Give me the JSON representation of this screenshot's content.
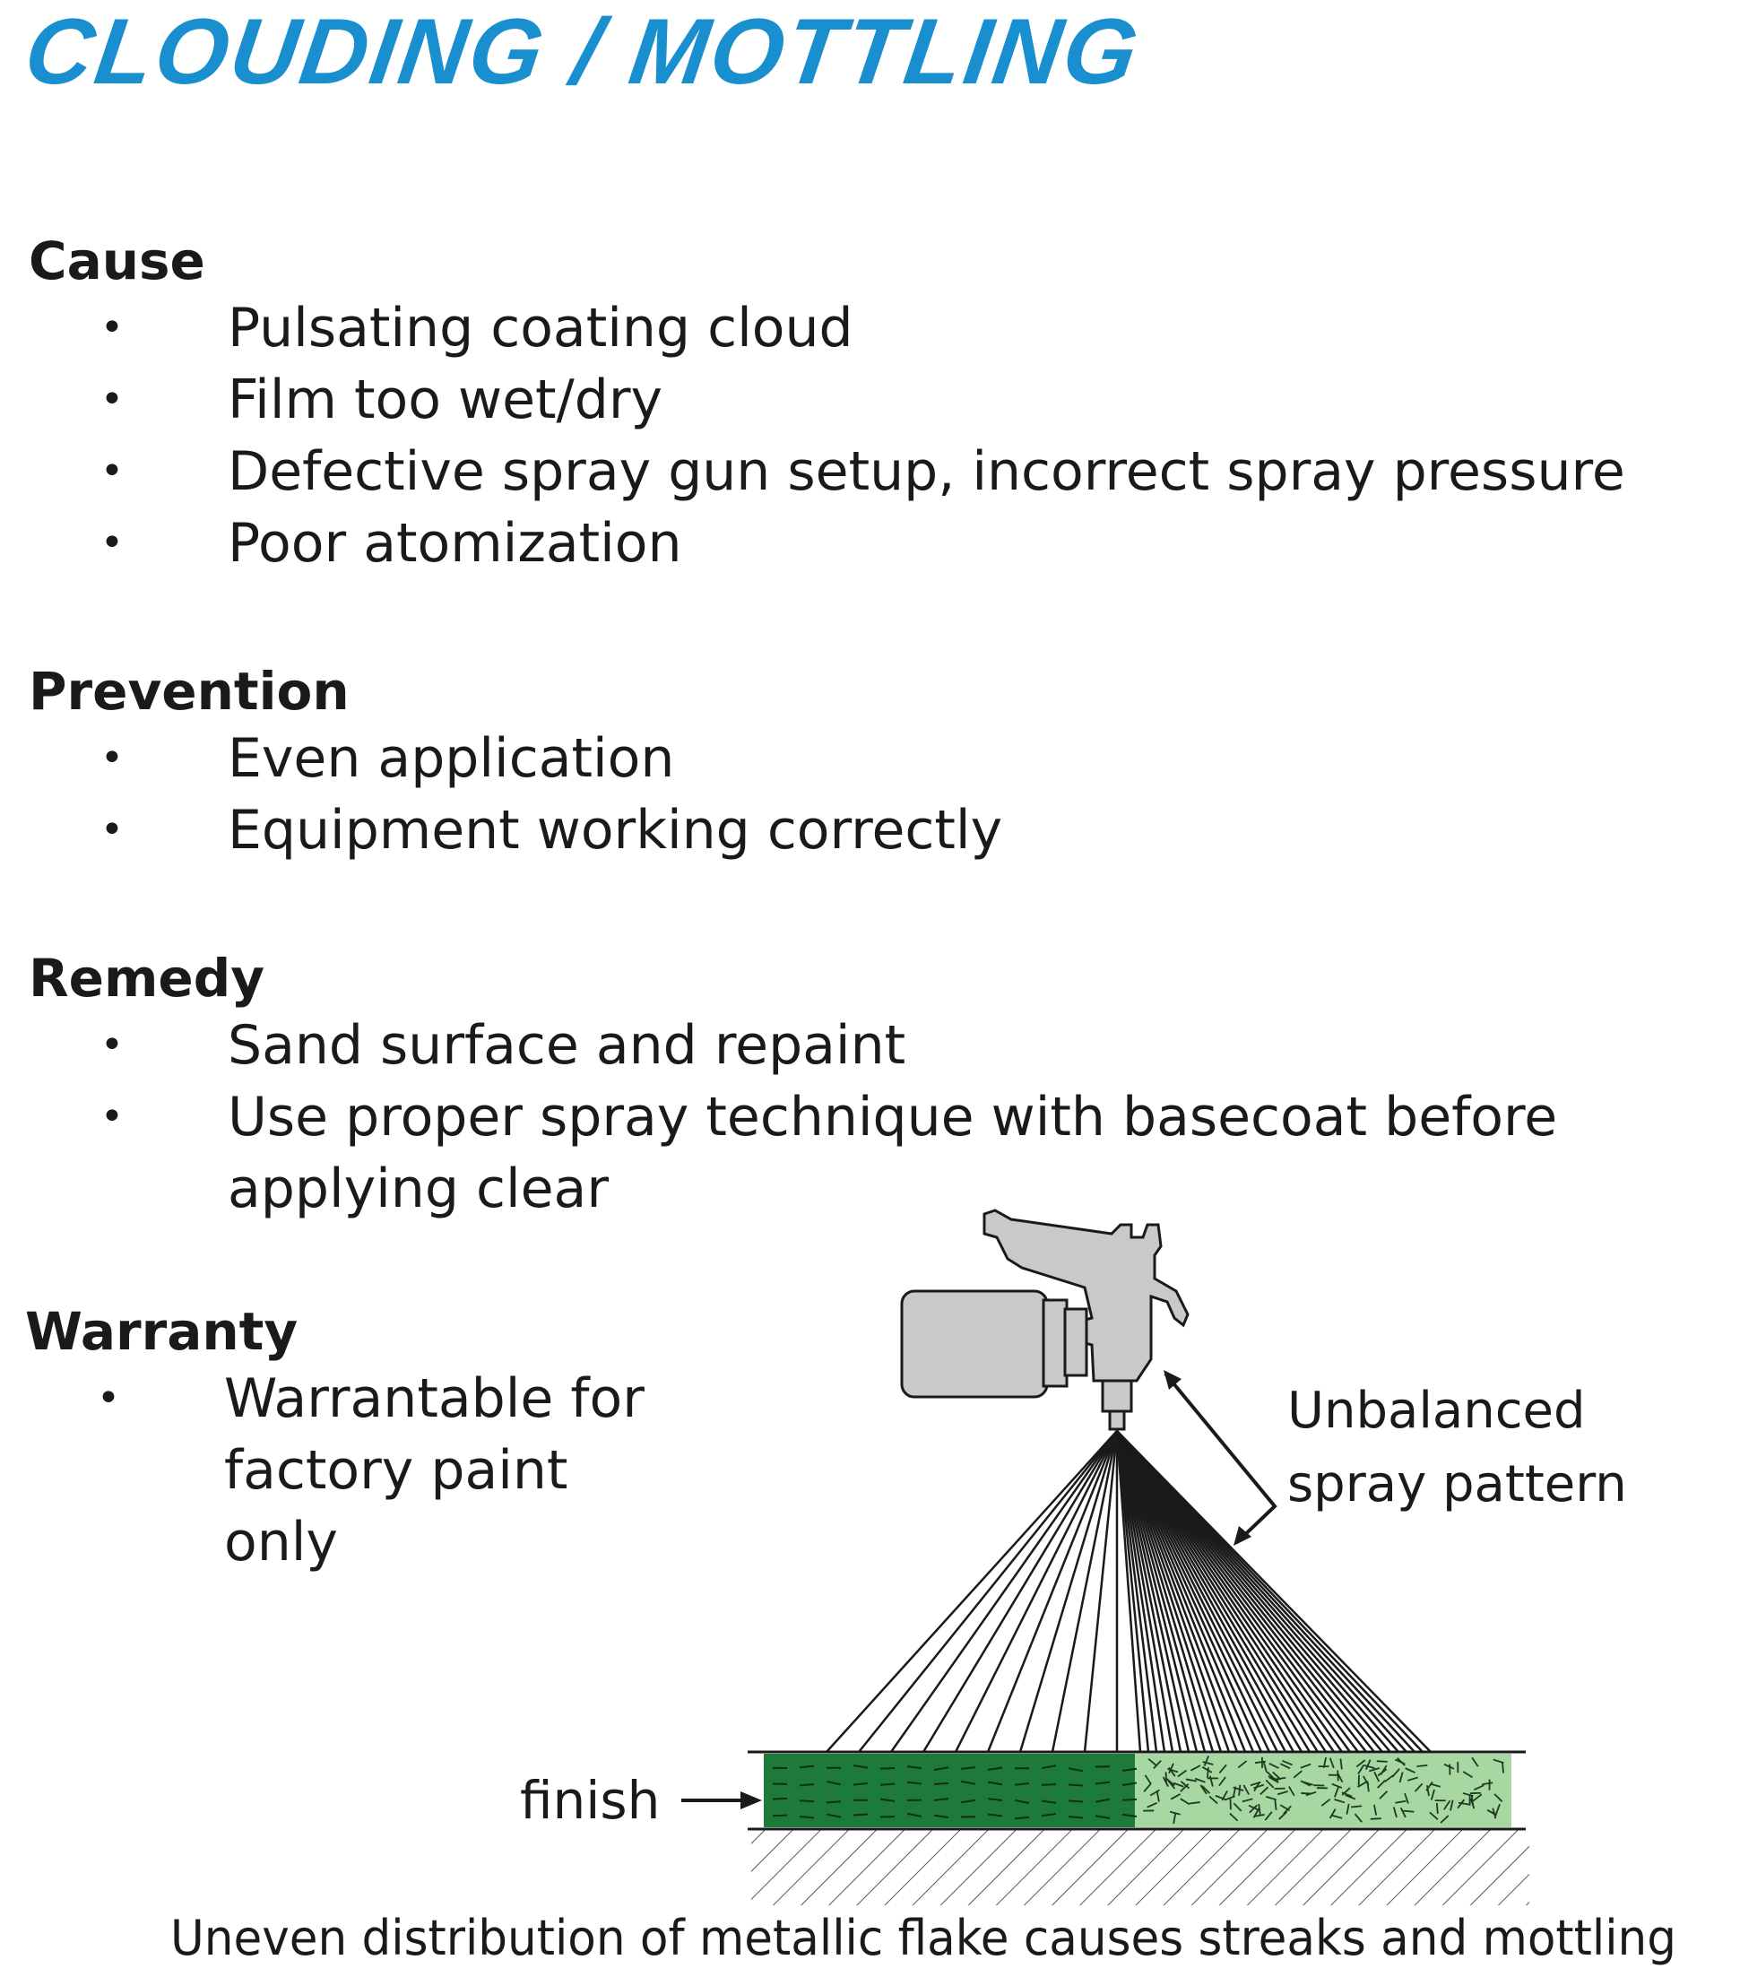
{
  "title": "CLOUDING / MOTTLING",
  "accent_color": "#1a8fcf",
  "sections": {
    "cause": {
      "heading": "Cause",
      "items": [
        "Pulsating coating cloud",
        "Film too wet/dry",
        "Defective spray gun setup, incorrect spray pressure",
        "Poor atomization"
      ]
    },
    "prevention": {
      "heading": "Prevention",
      "items": [
        "Even application",
        "Equipment working correctly"
      ]
    },
    "remedy": {
      "heading": "Remedy",
      "items": [
        "Sand surface and repaint",
        "Use proper spray technique with basecoat before applying clear"
      ]
    },
    "warranty": {
      "heading": "Warranty",
      "items": [
        "Warrantable for factory paint only"
      ]
    }
  },
  "bullet_glyph": "•",
  "diagram": {
    "pattern_label_line1": "Unbalanced",
    "pattern_label_line2": "spray pattern",
    "finish_label": "finish",
    "caption": "Uneven distribution of metallic flake causes streaks and mottling",
    "colors": {
      "dark_green": "#1d7a3a",
      "light_green": "#a8d8a2",
      "gun_gray": "#c8c9cb",
      "stroke": "#1a1a1a"
    }
  }
}
